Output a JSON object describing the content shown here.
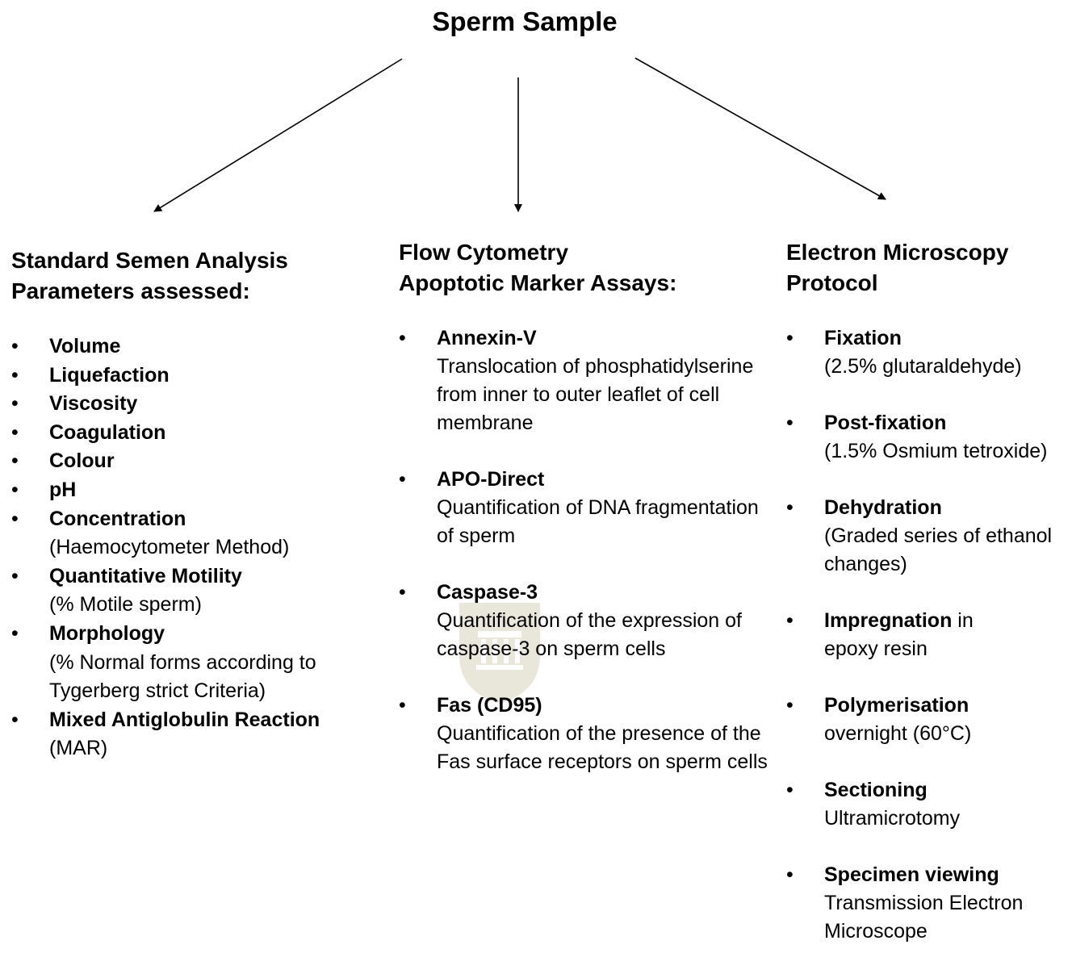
{
  "title": "Sperm Sample",
  "columns": [
    {
      "heading_line1": "Standard Semen Analysis",
      "heading_line2": "Parameters assessed:",
      "items": [
        {
          "name": "Volume",
          "detail": ""
        },
        {
          "name": "Liquefaction",
          "detail": ""
        },
        {
          "name": "Viscosity",
          "detail": ""
        },
        {
          "name": "Coagulation",
          "detail": ""
        },
        {
          "name": "Colour",
          "detail": ""
        },
        {
          "name": "pH",
          "detail": ""
        },
        {
          "name": "Concentration",
          "detail": "(Haemocytometer Method)"
        },
        {
          "name": "Quantitative Motility",
          "detail": "(% Motile sperm)"
        },
        {
          "name": "Morphology",
          "detail": "(% Normal forms according to Tygerberg strict Criteria)"
        },
        {
          "name": "Mixed Antiglobulin Reaction",
          "detail": "(MAR)"
        }
      ]
    },
    {
      "heading_line1": "Flow Cytometry",
      "heading_line2": "Apoptotic Marker Assays:",
      "items": [
        {
          "name": "Annexin-V",
          "detail": "Translocation of phosphatidylserine from inner to outer leaflet of cell membrane"
        },
        {
          "name": "APO-Direct",
          "detail": "Quantification of DNA fragmentation of sperm"
        },
        {
          "name": "Caspase-3",
          "detail": "Quantification of the expression of caspase-3 on sperm cells"
        },
        {
          "name": "Fas (CD95)",
          "detail": "Quantification of the presence of the Fas surface receptors on sperm cells"
        }
      ]
    },
    {
      "heading_line1": "Electron Microscopy",
      "heading_line2": "Protocol",
      "items": [
        {
          "name": "Fixation",
          "suffix": "",
          "detail": "(2.5% glutaraldehyde)"
        },
        {
          "name": "Post-fixation",
          "suffix": "",
          "detail": "(1.5% Osmium tetroxide)"
        },
        {
          "name": "Dehydration",
          "suffix": "",
          "detail": "(Graded series of ethanol changes)"
        },
        {
          "name": "Impregnation",
          "suffix": "in",
          "detail": "epoxy resin"
        },
        {
          "name": "Polymerisation",
          "suffix": "",
          "detail": "overnight (60°C)"
        },
        {
          "name": "Sectioning",
          "suffix": "",
          "detail": "Ultramicrotomy"
        },
        {
          "name": "Specimen viewing",
          "suffix": "",
          "detail": "Transmission Electron Microscope"
        }
      ]
    }
  ],
  "colors": {
    "text": "#000000",
    "background": "#ffffff",
    "watermark": "#8a7a3a"
  },
  "icons": {
    "watermark": "university-seal-icon"
  }
}
